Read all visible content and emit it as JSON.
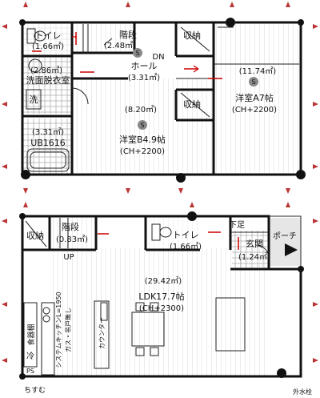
{
  "floor2": {
    "toilet": {
      "name": "トイレ",
      "area": "(1.66㎡)"
    },
    "stairs": {
      "name": "階段",
      "area": "(2.48㎡)"
    },
    "storage_top": "収納",
    "storage_mid": "収納",
    "washroom": {
      "area": "(2.86㎡)",
      "name": "洗面脱衣室",
      "sink": "洗"
    },
    "hall": {
      "name": "ホール",
      "area": "(3.31㎡)",
      "dn": "DN"
    },
    "bath": {
      "area": "(3.31㎡)",
      "name": "UB1616"
    },
    "roomB": {
      "area": "(8.20㎡)",
      "name": "洋室B4.9帖",
      "ceiling": "(CH+2200)"
    },
    "roomA": {
      "area": "(11.74㎡)",
      "name": "洋室A7帖",
      "ceiling": "(CH+2200)"
    },
    "detector": "S"
  },
  "floor1": {
    "storage": "収納",
    "stairs": {
      "name": "階段",
      "area": "(0.83㎡)",
      "up": "UP"
    },
    "toilet": {
      "name": "トイレ",
      "area": "(1.66㎡)"
    },
    "shoe": "下足",
    "entrance": {
      "name": "玄関",
      "area": "(1.24㎡)"
    },
    "porch": "ポーチ",
    "ldk": {
      "area": "(29.42㎡)",
      "name": "LDK17.7帖",
      "ceiling": "(CH+2300)"
    },
    "kitchen": {
      "cupboard": "食器棚",
      "spec1": "システムキッチンL=1950",
      "spec2": "ガス・吊戸無し",
      "counter": "カウンター",
      "fridge": "冷",
      "ps": "PS"
    },
    "faucet": "外水栓",
    "watermark": "ちすむ"
  }
}
